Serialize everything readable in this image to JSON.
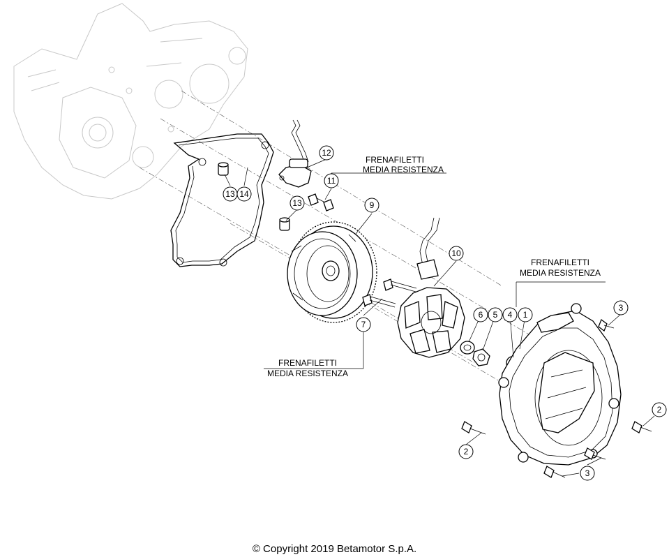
{
  "copyright": "© Copyright 2019 Betamotor S.p.A.",
  "notes": {
    "threadlock_top_line1": "FRENAFILETTI",
    "threadlock_top_line2": "MEDIA RESISTENZA",
    "threadlock_right_line1": "FRENAFILETTI",
    "threadlock_right_line2": "MEDIA RESISTENZA",
    "threadlock_bottom_line1": "FRENAFILETTI",
    "threadlock_bottom_line2": "MEDIA RESISTENZA"
  },
  "callouts": {
    "c1": "1",
    "c2a": "2",
    "c2b": "2",
    "c3a": "3",
    "c3b": "3",
    "c4": "4",
    "c5": "5",
    "c6": "6",
    "c7": "7",
    "c9": "9",
    "c10": "10",
    "c11": "11",
    "c12": "12",
    "c13a": "13",
    "c13b": "13",
    "c14": "14"
  }
}
